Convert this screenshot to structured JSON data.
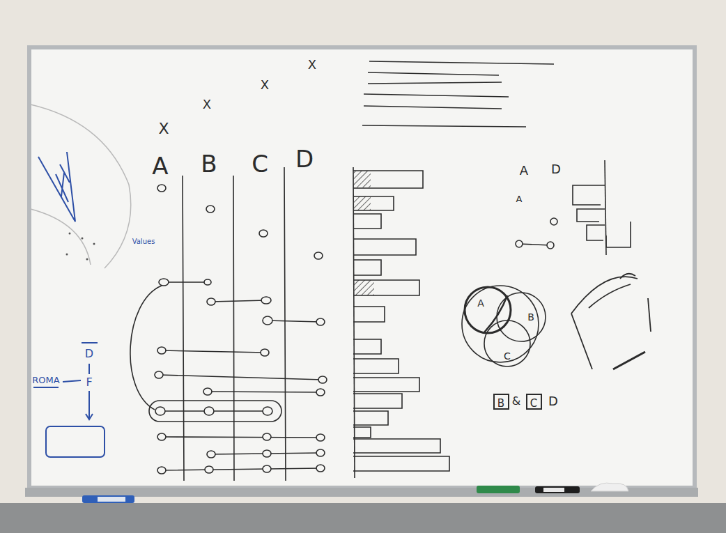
{
  "diagram": {
    "nodes": [
      {
        "text": [
          "A"
        ]
      },
      {
        "text": [
          "B"
        ]
      },
      {
        "text": [
          "C"
        ]
      },
      {
        "text": [
          "B"
        ]
      },
      {
        "text": [
          "C"
        ]
      }
    ],
    "labels": [
      "X",
      "X",
      "X",
      "X",
      "A",
      "B",
      "C",
      "D",
      "Values",
      "ROMA",
      "D",
      "F",
      "A",
      "D",
      "A",
      "&",
      "D"
    ]
  }
}
